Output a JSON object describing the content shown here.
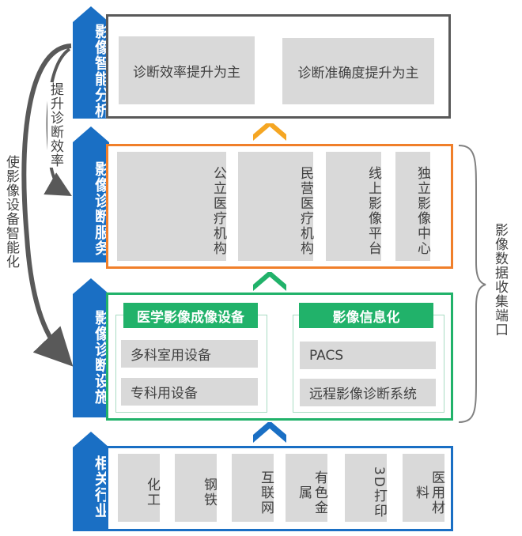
{
  "layers": {
    "analysis": {
      "label": "影像智能分析",
      "boxes": [
        "诊断效率提升为主",
        "诊断准确度提升为主"
      ]
    },
    "service": {
      "label": "影像诊断服务",
      "boxes": [
        "公立医疗机构",
        "民营医疗机构",
        "线上影像平台",
        "独立影像中心"
      ]
    },
    "facility": {
      "label": "影像诊断设施",
      "group_a": {
        "title": "医学影像成像设备",
        "items": [
          "多科室用设备",
          "专科用设备"
        ]
      },
      "group_b": {
        "title": "影像信息化",
        "items": [
          "PACS",
          "远程影像诊断系统"
        ]
      }
    },
    "industry": {
      "label": "相关行业",
      "boxes": [
        "化工",
        "钢铁",
        "互联网",
        "有色金属",
        "3D打印",
        "医用材料"
      ]
    }
  },
  "annotations": {
    "improve_efficiency": "提升诊断效率",
    "device_intelligence": "使影像设备智能化",
    "data_port": "影像数据收集端口"
  },
  "colors": {
    "blue": "#1a6fc4",
    "orange": "#f07f2a",
    "green": "#21b26a",
    "dark_frame": "#595959",
    "yellow_chevron": "#f5a623",
    "gray_box": "#d9d9d9"
  }
}
